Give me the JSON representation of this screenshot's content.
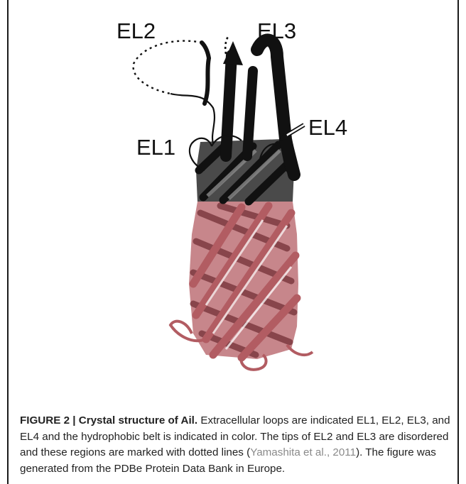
{
  "figure": {
    "labels": {
      "el1": "EL1",
      "el2": "EL2",
      "el3": "EL3",
      "el4": "EL4"
    },
    "colors": {
      "upper": "#2b2b2b",
      "belt": "#b25c62",
      "belt_dark": "#7e3a40"
    }
  },
  "caption": {
    "title": "FIGURE 2 | Crystal structure of Ail.",
    "text_1": " Extracellular loops are indicated EL1, EL2, EL3, and EL4 and the hydrophobic belt is indicated in color. The tips of EL2 and EL3 are disordered and these regions are marked with dotted lines (",
    "reference": "Yamashita et al., 2011",
    "text_2": "). The figure was generated from the PDBe Protein Data Bank in Europe."
  }
}
